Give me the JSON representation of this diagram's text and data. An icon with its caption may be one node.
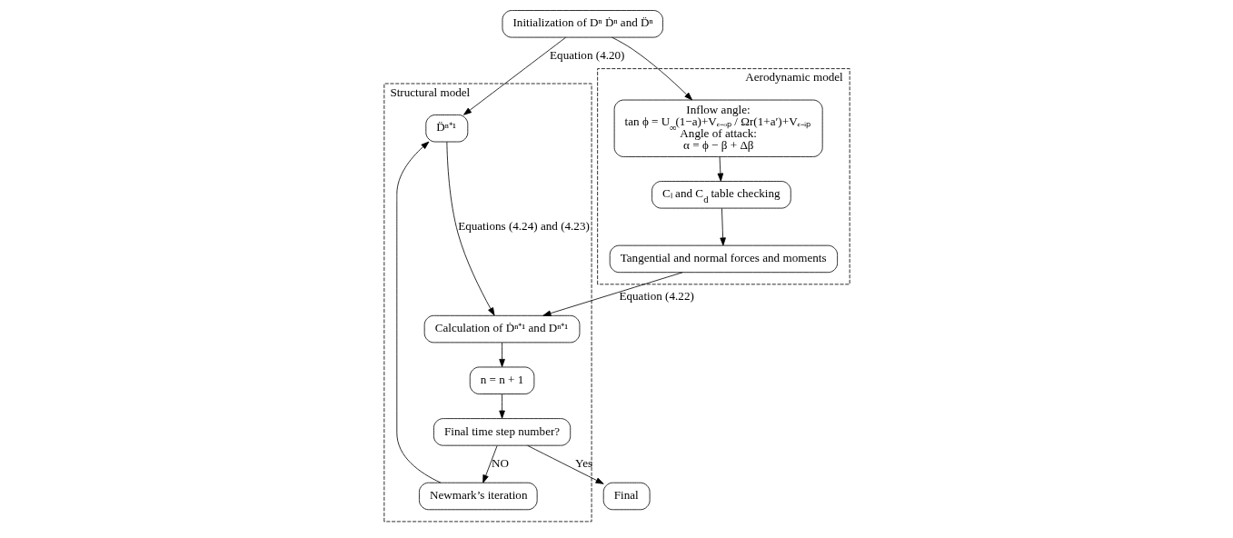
{
  "diagram": {
    "nodes": [
      {
        "text": [
          "Structural model"
        ]
      },
      {
        "text": [
          "Aerodynamic model"
        ]
      },
      {
        "text": [
          "Initialization of Dⁿ Ḋⁿ and D̈ⁿ"
        ]
      },
      {
        "text": [
          "D̈ⁿ⁺¹"
        ],
        "in": 0
      },
      {
        "text": [
          "Calculation of Ḋⁿ⁺¹ and Dⁿ⁺¹"
        ],
        "in": 0
      },
      {
        "text": [
          "Newmark’s iteration"
        ],
        "in": 0
      },
      {
        "text": [
          "n = n + 1"
        ],
        "in": 0
      },
      {
        "text": [
          "Final time step number?"
        ],
        "in": 0
      },
      {
        "text": [
          "Inflow angle:",
          "tan ϕ = U$_{∞}$(1−a)+Vₑ₋ₒₚ / Ωr(1+a′)+Vₑ₋ᵢₚ",
          "Angle of attack:",
          "α = ϕ − β + Δβ"
        ],
        "in": 1
      },
      {
        "text": [
          "Cₗ and C$_{d}$ table checking"
        ],
        "in": 1
      },
      {
        "text": [
          "Tangential and normal forces and moments"
        ],
        "in": 1
      },
      {
        "text": [
          "Final"
        ]
      }
    ],
    "edges": [
      {
        "from": 2,
        "to": 3,
        "arrow": "to",
        "label": "Equation (4.20)"
      },
      {
        "from": 2,
        "to": 8,
        "arrow": "to"
      },
      {
        "from": 3,
        "to": 4,
        "arrow": "to",
        "label": "Equations (4.24) and (4.23)"
      },
      {
        "from": 4,
        "to": 6,
        "arrow": "to"
      },
      {
        "from": 6,
        "to": 7,
        "arrow": "to"
      },
      {
        "from": 7,
        "to": 5,
        "arrow": "to",
        "label": "NO"
      },
      {
        "from": 5,
        "to": 3,
        "arrow": "to"
      },
      {
        "from": 7,
        "to": 11,
        "arrow": "to",
        "label": "Yes"
      },
      {
        "from": 8,
        "to": 9,
        "arrow": "to"
      },
      {
        "from": 9,
        "to": 10,
        "arrow": "to"
      },
      {
        "from": 10,
        "to": 4,
        "arrow": "to",
        "label": "Equation (4.22)"
      }
    ]
  }
}
